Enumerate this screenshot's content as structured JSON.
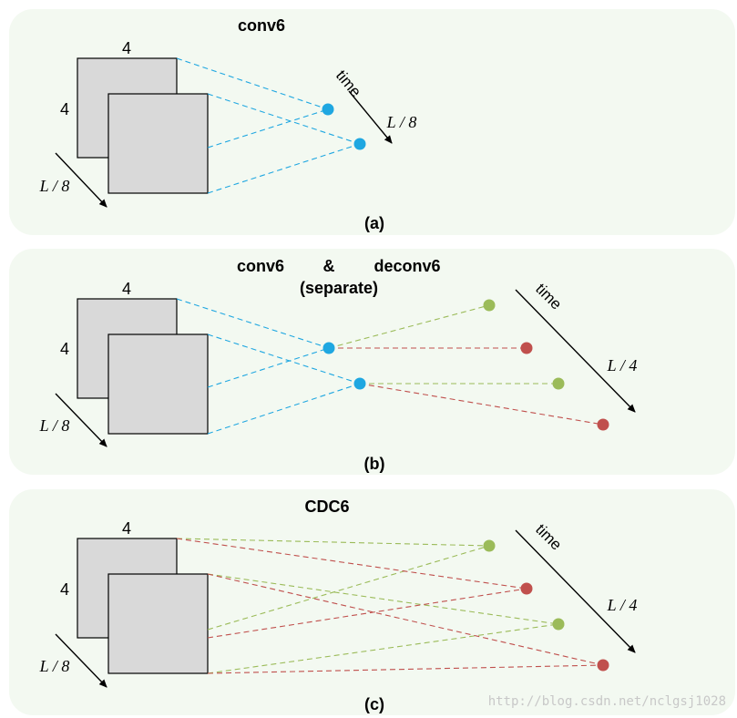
{
  "panels": {
    "a": {
      "title": "conv6",
      "caption": "(a)"
    },
    "b": {
      "title_left": "conv6",
      "title_amp": "&",
      "title_right": "deconv6",
      "subtitle": "(separate)",
      "caption": "(b)"
    },
    "c": {
      "title": "CDC6",
      "caption": "(c)"
    }
  },
  "labels": {
    "width": "4",
    "height": "4",
    "depth_a": "L / 8",
    "depth_b": "L / 8",
    "depth_c": "L / 8",
    "time": "time",
    "time_len_a": "L / 8",
    "time_len_b": "L / 4",
    "time_len_c": "L / 4"
  },
  "colors": {
    "panel_bg": "#f3f9f1",
    "cube": "#d9d9d9",
    "blue": "#1fa7e1",
    "green": "#9bbb59",
    "red": "#c0504d"
  },
  "watermark": "http://blog.csdn.net/nclgsj1028"
}
